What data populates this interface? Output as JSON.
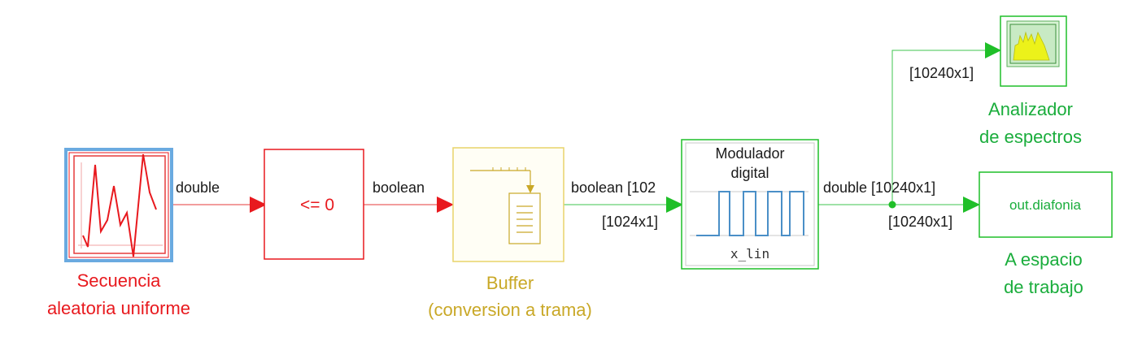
{
  "colors": {
    "red": "#e8191e",
    "yellow": "#c9a827",
    "green": "#1aad3c",
    "line_red": "#e53b3b",
    "line_green": "#3fc44f",
    "text": "#1a1a1a",
    "scope_yellow": "#ecf21a",
    "blue_square": "#4a8fc7"
  },
  "blocks": {
    "random_source": {
      "label_line1": "Secuencia",
      "label_line2": "aleatoria uniforme",
      "icon": "random-signal-icon"
    },
    "compare": {
      "text": "<= 0"
    },
    "buffer": {
      "label_line1": "Buffer",
      "label_line2": "(conversion a trama)",
      "icon": "buffer-stack-icon"
    },
    "modulator": {
      "title_line1": "Modulador",
      "title_line2": "digital",
      "footer": "x_lin",
      "icon": "square-wave-icon"
    },
    "spectrum": {
      "label_line1": "Analizador",
      "label_line2": "de espectros",
      "icon": "spectrum-analyzer-icon"
    },
    "workspace": {
      "text": "out.diafonia",
      "label_line1": "A espacio",
      "label_line2": "de trabajo"
    }
  },
  "signals": {
    "s1": "double",
    "s2": "boolean",
    "s3_type": "boolean [102",
    "s3_dim": "[1024x1]",
    "s4": "double [10240x1]",
    "s5_dim": "[10240x1]",
    "s6_dim": "[10240x1]"
  }
}
